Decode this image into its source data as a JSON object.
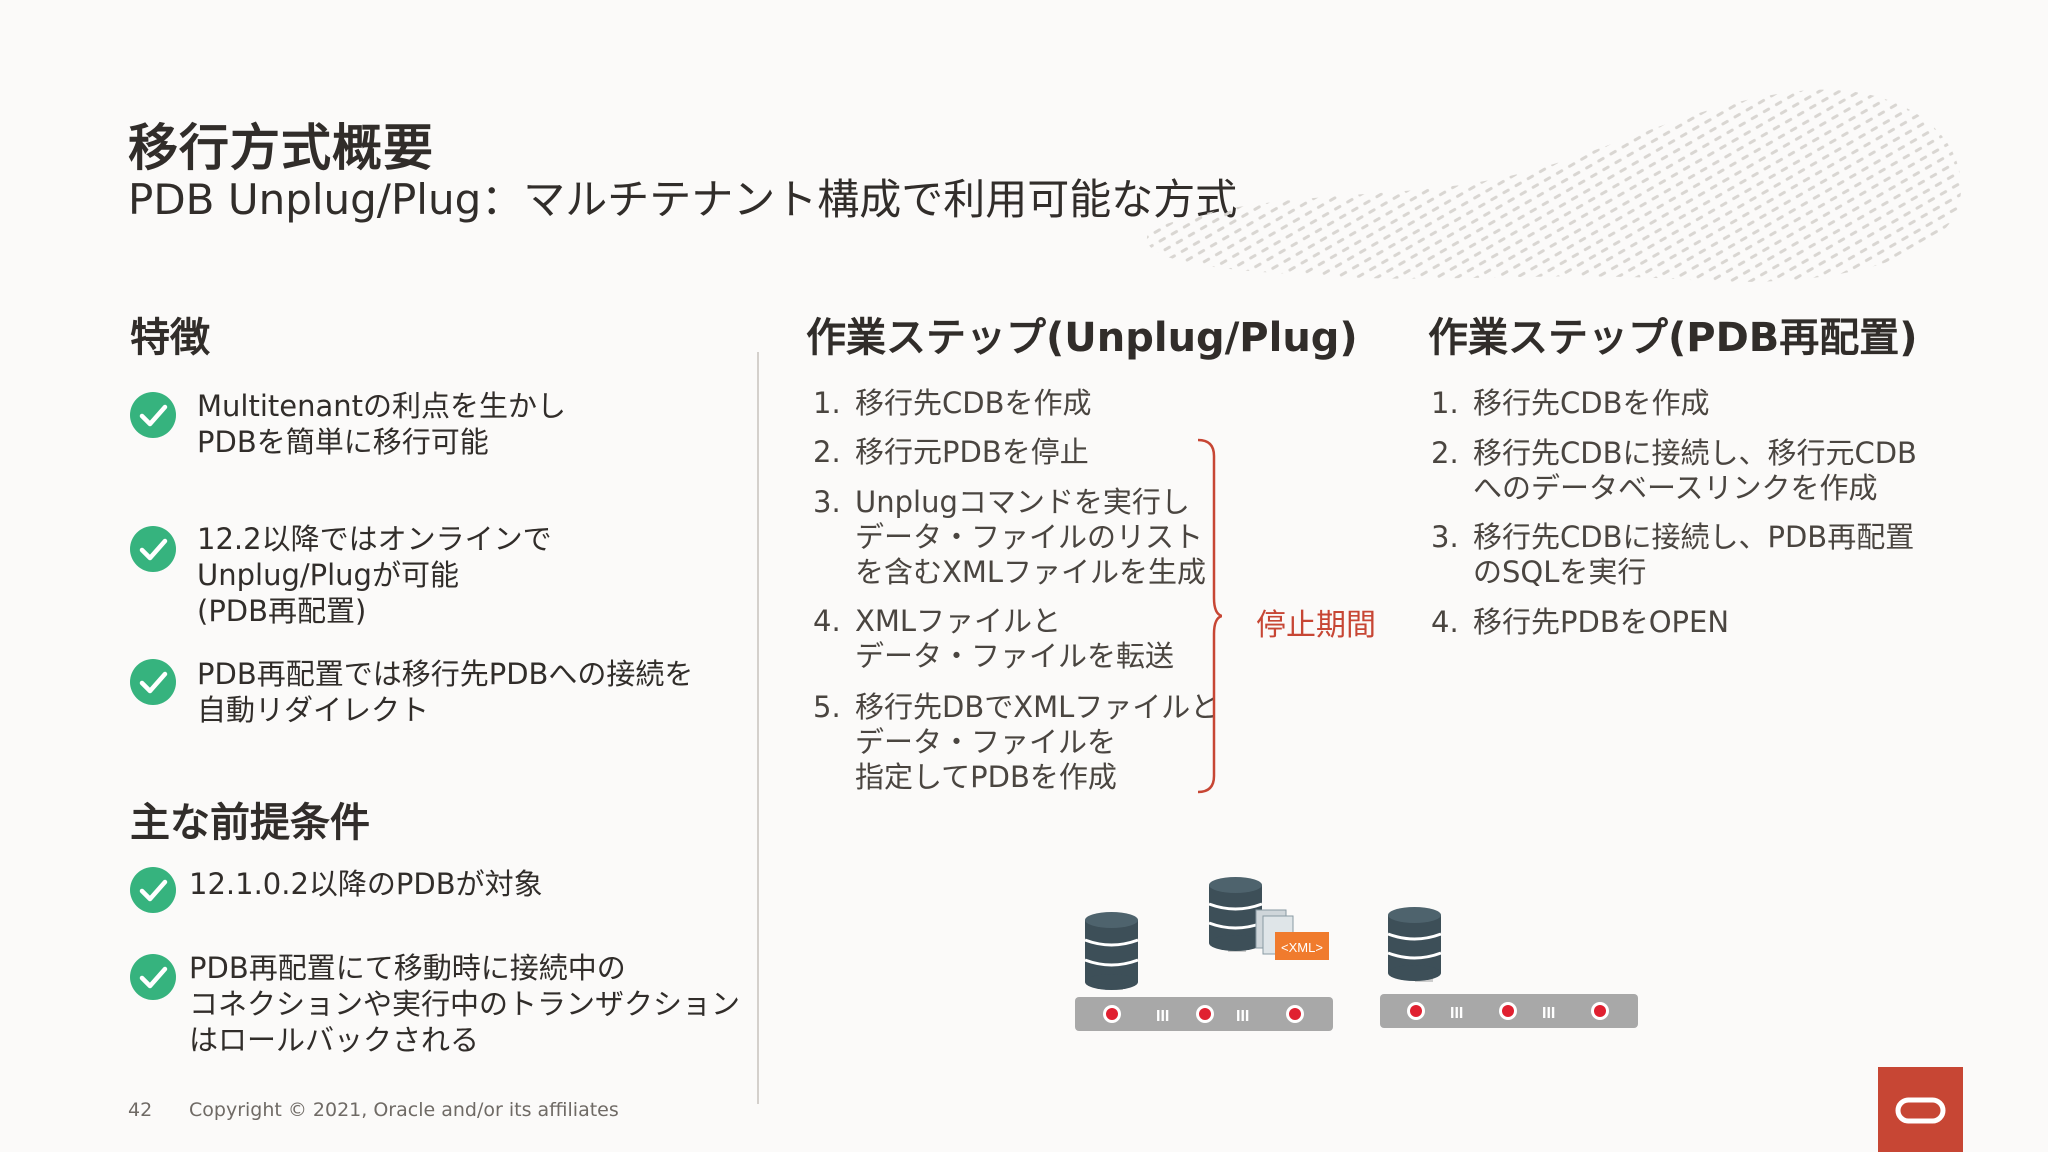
{
  "title": "移行方式概要",
  "subtitle": "PDB Unplug/Plug：マルチテナント構成で利用可能な方式",
  "features": {
    "heading": "特徴",
    "items": [
      {
        "lines": [
          "Multitenantの利点を生かし",
          "PDBを簡単に移行可能"
        ]
      },
      {
        "lines": [
          "12.2以降ではオンラインで",
          "Unplug/Plugが可能",
          "(PDB再配置)"
        ]
      },
      {
        "lines": [
          "PDB再配置では移行先PDBへの接続を",
          "自動リダイレクト"
        ]
      }
    ]
  },
  "prerequisites": {
    "heading": "主な前提条件",
    "items": [
      {
        "lines": [
          "12.1.0.2以降のPDBが対象"
        ]
      },
      {
        "lines": [
          "PDB再配置にて移動時に接続中の",
          "コネクションや実行中のトランザクション",
          "はロールバックされる"
        ]
      }
    ]
  },
  "unplug_steps": {
    "heading": "作業ステップ(Unplug/Plug)",
    "steps": [
      {
        "num": "1.",
        "lines": [
          "移行先CDBを作成"
        ]
      },
      {
        "num": "2.",
        "lines": [
          "移行元PDBを停止"
        ]
      },
      {
        "num": "3.",
        "lines": [
          "Unplugコマンドを実行し",
          "データ・ファイルのリスト",
          "を含むXMLファイルを生成"
        ]
      },
      {
        "num": "4.",
        "lines": [
          "XMLファイルと",
          "データ・ファイルを転送"
        ]
      },
      {
        "num": "5.",
        "lines": [
          "移行先DBでXMLファイルと",
          "データ・ファイルを",
          "指定してPDBを作成"
        ]
      }
    ],
    "stop_label": "停止期間"
  },
  "relocate_steps": {
    "heading": "作業ステップ(PDB再配置)",
    "steps": [
      {
        "num": "1.",
        "lines": [
          "移行先CDBを作成"
        ]
      },
      {
        "num": "2.",
        "lines": [
          "移行先CDBに接続し、移行元CDB",
          "へのデータベースリンクを作成"
        ]
      },
      {
        "num": "3.",
        "lines": [
          "移行先CDBに接続し、PDB再配置",
          "のSQLを実行"
        ]
      },
      {
        "num": "4.",
        "lines": [
          "移行先PDBをOPEN"
        ]
      }
    ]
  },
  "diagram": {
    "xml_tag": "<XML>",
    "rack_marks": "III"
  },
  "footer": {
    "page": "42",
    "copyright": "Copyright © 2021, Oracle and/or its affiliates"
  },
  "colors": {
    "check": "#36b37e",
    "accent": "#c74634",
    "db": "#3d4f58",
    "rack": "#a8a8a8"
  }
}
